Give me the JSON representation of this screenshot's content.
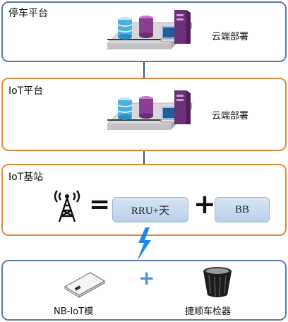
{
  "parking_platform": {
    "title": "停车平台",
    "deploy_label": "云端部署"
  },
  "iot_platform": {
    "title": "IoT平台",
    "deploy_label": "云端部署"
  },
  "iot_base_station": {
    "title": "IoT基站",
    "equals": "=",
    "plus": "+",
    "rru_label": "RRU+天",
    "bb_label": "BB"
  },
  "devices": {
    "module_label": "NB-IoT模",
    "plus": "+",
    "detector_label": "捷顺车检器"
  }
}
